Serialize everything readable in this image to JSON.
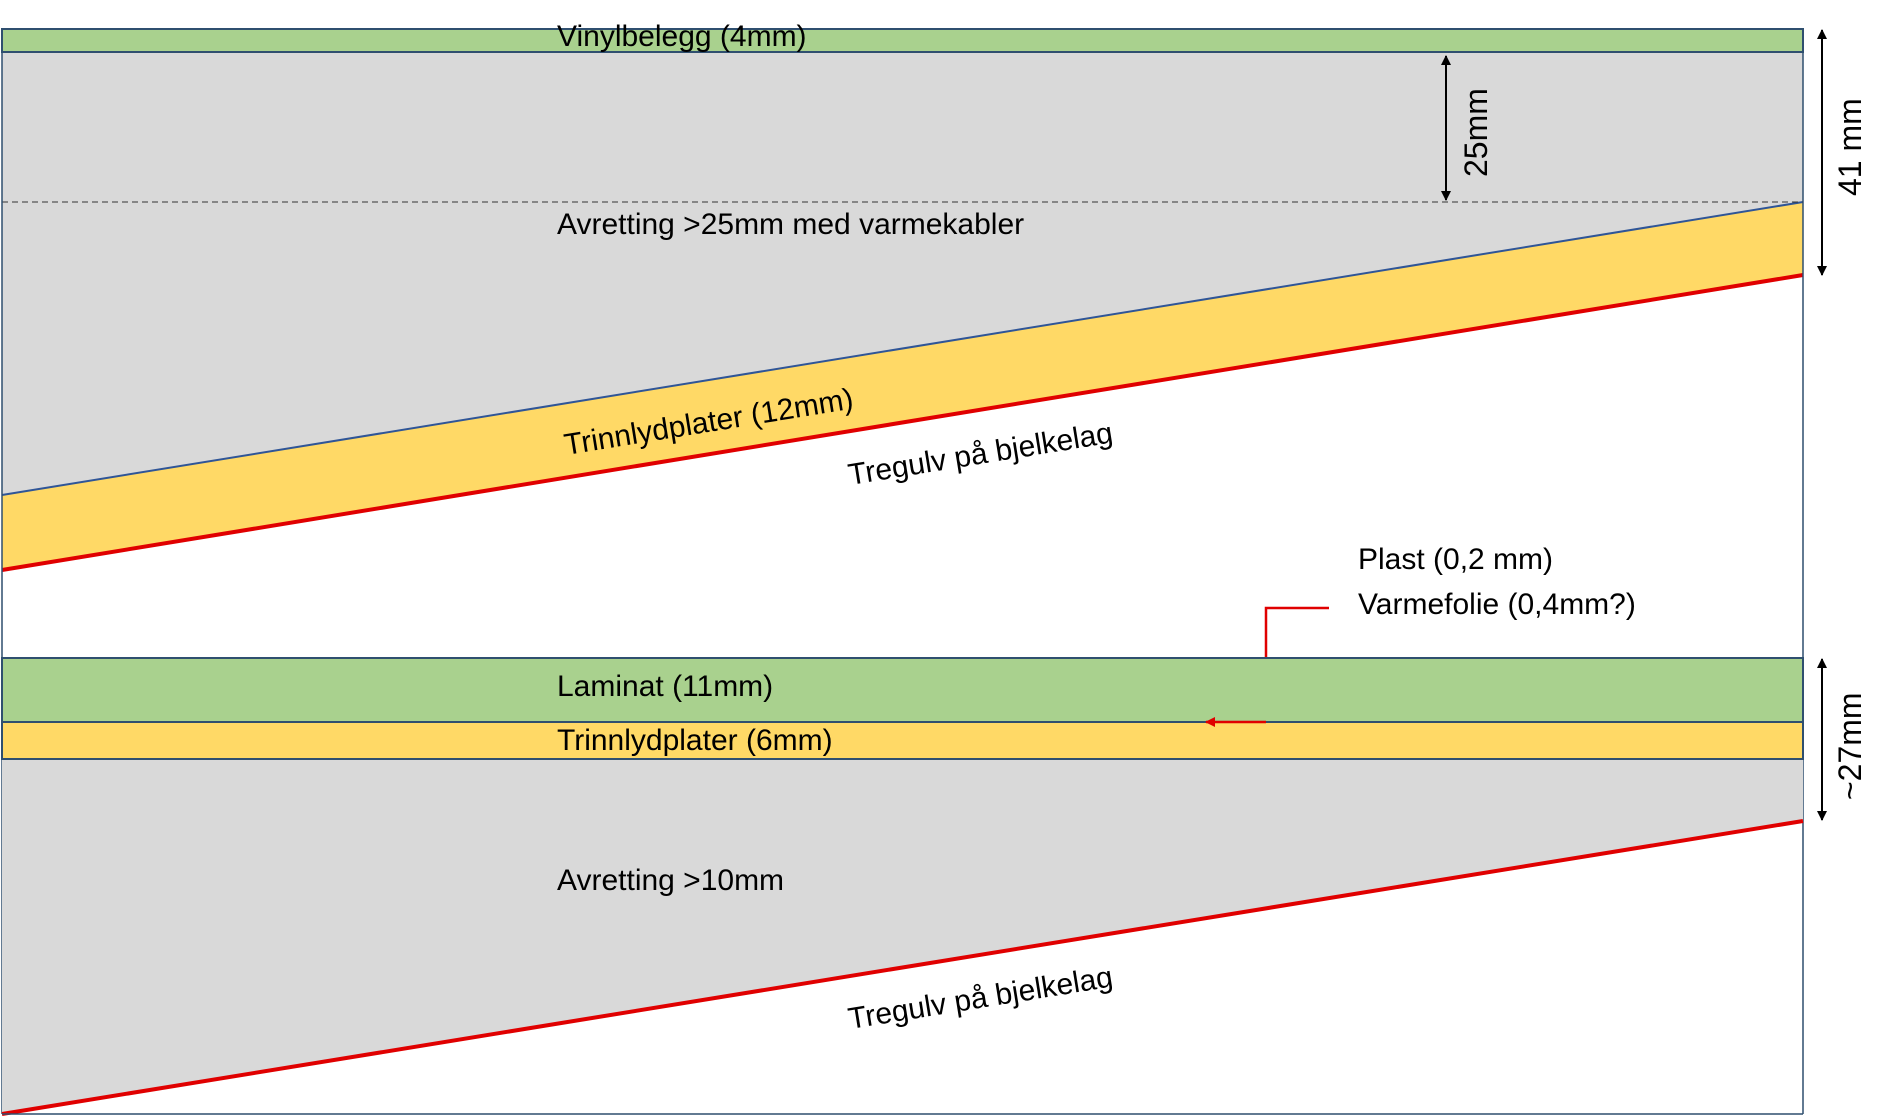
{
  "colors": {
    "green": "#a9d18e",
    "yellow": "#ffd966",
    "gray": "#d9d9d9",
    "red": "#e00000",
    "border": "#2f4f6f"
  },
  "top_section": {
    "vinyl": "Vinylbelegg (4mm)",
    "screed": "Avretting >25mm med varmekabler",
    "sound_boards": "Trinnlydplater (12mm)",
    "subfloor": "Tregulv på bjelkelag",
    "dim_25": "25mm",
    "dim_41": "41 mm"
  },
  "callout": {
    "line1": "Plast (0,2 mm)",
    "line2": "Varmefolie (0,4mm?)"
  },
  "bottom_section": {
    "laminate": "Laminat (11mm)",
    "sound_boards": "Trinnlydplater (6mm)",
    "screed": "Avretting >10mm",
    "subfloor": "Tregulv på bjelkelag",
    "dim_27": "~27mm"
  }
}
